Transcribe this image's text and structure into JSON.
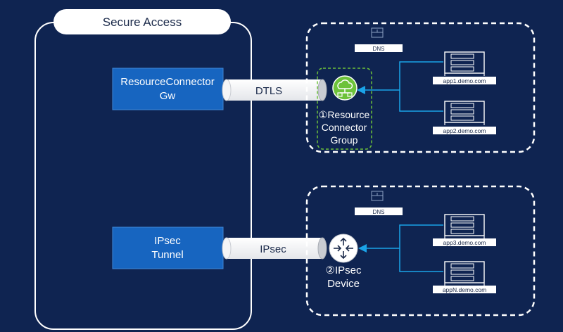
{
  "secure_access": {
    "title": "Secure Access",
    "gateway_top": [
      "ResourceConnector",
      "Gw"
    ],
    "gateway_bottom": [
      "IPsec",
      "Tunnel"
    ]
  },
  "tunnels": {
    "top_label": "DTLS",
    "bottom_label": "IPsec"
  },
  "site_top": {
    "dns_label": "DNS",
    "connector_label": [
      "①Resource",
      "Connector",
      "Group"
    ],
    "apps": [
      "app1.demo.com",
      "app2.demo.com"
    ]
  },
  "site_bottom": {
    "dns_label": "DNS",
    "device_label": [
      "②IPsec",
      "Device"
    ],
    "apps": [
      "app3.demo.com",
      "appN.demo.com"
    ]
  },
  "colors": {
    "background": "#0f2451",
    "gateway_fill": "#1765c0",
    "link_line": "#1aa3e8",
    "connector_green": "#6dc23a"
  }
}
